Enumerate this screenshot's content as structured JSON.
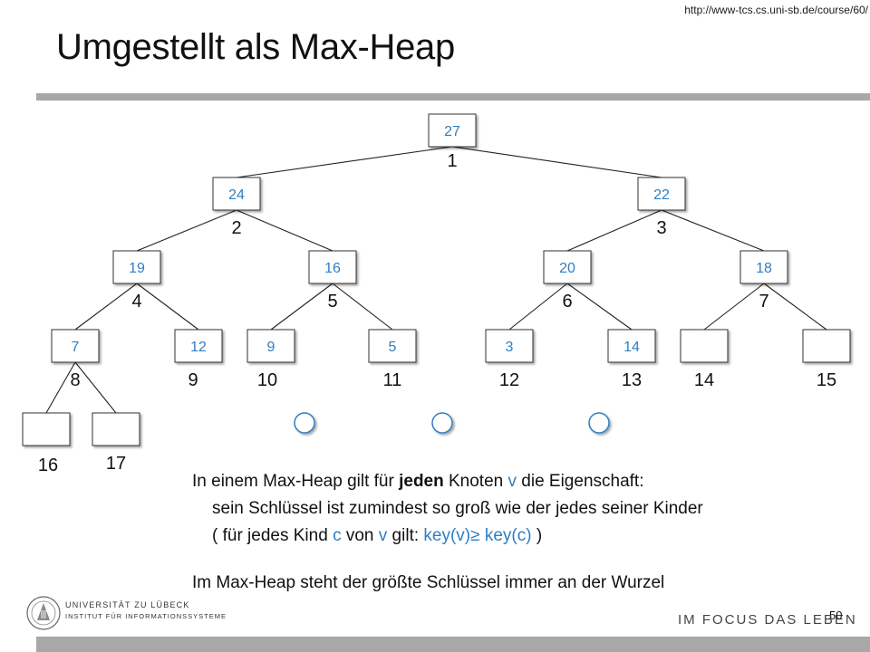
{
  "header": {
    "url": "http://www-tcs.cs.uni-sb.de/course/60/",
    "title": "Umgestellt als Max-Heap"
  },
  "heap": {
    "nodes": [
      {
        "key": "27",
        "index": "1"
      },
      {
        "key": "24",
        "index": "2"
      },
      {
        "key": "22",
        "index": "3"
      },
      {
        "key": "19",
        "index": "4"
      },
      {
        "key": "16",
        "index": "5"
      },
      {
        "key": "20",
        "index": "6"
      },
      {
        "key": "18",
        "index": "7"
      },
      {
        "key": "7",
        "index": "8"
      },
      {
        "key": "12",
        "index": "9"
      },
      {
        "key": "9",
        "index": "10"
      },
      {
        "key": "5",
        "index": "11"
      },
      {
        "key": "3",
        "index": "12"
      },
      {
        "key": "14",
        "index": "13"
      },
      {
        "key": "",
        "index": "14"
      },
      {
        "key": "",
        "index": "15"
      },
      {
        "key": "",
        "index": "16"
      },
      {
        "key": "",
        "index": "17"
      }
    ],
    "edges": [
      [
        1,
        2
      ],
      [
        1,
        3
      ],
      [
        2,
        4
      ],
      [
        2,
        5
      ],
      [
        3,
        6
      ],
      [
        3,
        7
      ],
      [
        4,
        8
      ],
      [
        4,
        9
      ],
      [
        5,
        10
      ],
      [
        5,
        11
      ],
      [
        6,
        12
      ],
      [
        6,
        13
      ],
      [
        7,
        14
      ],
      [
        7,
        15
      ],
      [
        8,
        16
      ],
      [
        8,
        17
      ]
    ],
    "node_color": "#2e7ec4"
  },
  "text": {
    "line1_pre": "In einem Max-Heap gilt für ",
    "line1_bold": "jeden",
    "line1_mid": " Knoten ",
    "line1_v": "v",
    "line1_post": " die Eigenschaft:",
    "line2": "sein Schlüssel ist zumindest so groß wie der jedes seiner Kinder",
    "line3_pre": "( für jedes Kind ",
    "line3_c": "c",
    "line3_mid": " von ",
    "line3_v": "v",
    "line3_mid2": " gilt: ",
    "line3_formula": "key(v)≥ key(c)",
    "line3_post": " )",
    "line4": "Im Max-Heap steht der größte Schlüssel immer an der Wurzel"
  },
  "footer": {
    "logo_line1": "UNIVERSITÄT ZU LÜBECK",
    "logo_line2": "INSTITUT FÜR INFORMATIONSSYSTEME",
    "slogan": "IM FOCUS DAS LEBEN",
    "page_number": "50"
  }
}
